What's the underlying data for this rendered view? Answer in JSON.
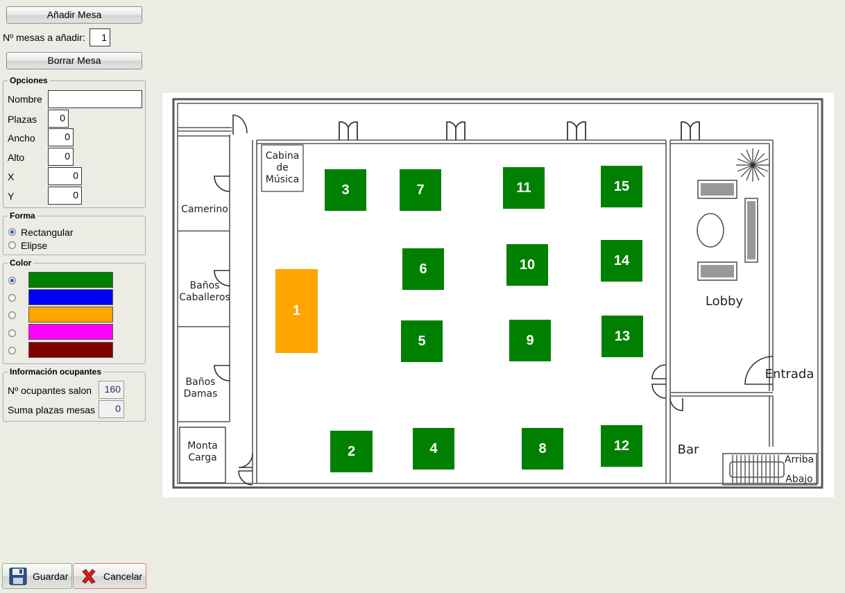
{
  "sidebar": {
    "add_button": "Añadir Mesa",
    "count_label": "Nº mesas a añadir:",
    "count_value": "1",
    "delete_button": "Borrar Mesa",
    "options": {
      "title": "Opciones",
      "name_label": "Nombre",
      "name_value": "",
      "seats_label": "Plazas",
      "seats_value": "0",
      "width_label": "Ancho",
      "width_value": "0",
      "height_label": "Alto",
      "height_value": "0",
      "x_label": "X",
      "x_value": "0",
      "y_label": "Y",
      "y_value": "0"
    },
    "shape": {
      "title": "Forma",
      "rect_label": "Rectangular",
      "ellipse_label": "Elipse",
      "selected": "Rectangular"
    },
    "color": {
      "title": "Color",
      "swatches": [
        "#008000",
        "#0000ff",
        "#ffa500",
        "#ff00ff",
        "#800000"
      ],
      "selected_index": 0
    },
    "info": {
      "title": "Información ocupantes",
      "occupants_label": "Nº ocupantes salon",
      "occupants_value": "160",
      "seats_sum_label": "Suma plazas mesas",
      "seats_sum_value": "0"
    }
  },
  "floorplan": {
    "rooms": {
      "music_booth": "Cabina\nde\nMúsica",
      "dressing_room": "Camerino",
      "mens_restroom": "Baños\nCaballeros",
      "womens_restroom": "Baños\nDamas",
      "freight_elevator": "Monta\nCarga",
      "lobby": "Lobby",
      "entrance": "Entrada",
      "bar": "Bar",
      "up": "Arriba",
      "down": "Abajo"
    },
    "tables": [
      {
        "label": "1",
        "color": "#ffa500"
      },
      {
        "label": "2",
        "color": "#008000"
      },
      {
        "label": "3",
        "color": "#008000"
      },
      {
        "label": "4",
        "color": "#008000"
      },
      {
        "label": "5",
        "color": "#008000"
      },
      {
        "label": "6",
        "color": "#008000"
      },
      {
        "label": "7",
        "color": "#008000"
      },
      {
        "label": "8",
        "color": "#008000"
      },
      {
        "label": "9",
        "color": "#008000"
      },
      {
        "label": "10",
        "color": "#008000"
      },
      {
        "label": "11",
        "color": "#008000"
      },
      {
        "label": "12",
        "color": "#008000"
      },
      {
        "label": "13",
        "color": "#008000"
      },
      {
        "label": "14",
        "color": "#008000"
      },
      {
        "label": "15",
        "color": "#008000"
      }
    ]
  },
  "footer": {
    "save_button": "Guardar",
    "save_icon": "floppy-disk-icon",
    "cancel_button": "Cancelar",
    "cancel_icon": "red-x-icon"
  }
}
